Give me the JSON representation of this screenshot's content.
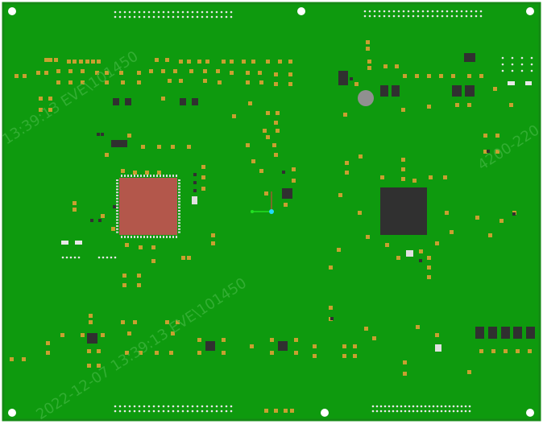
{
  "colors": {
    "viewer_background": "#ffffff",
    "board_edge": "#148a14",
    "board_fill": "#0e9a0e",
    "pad": "#c8a030",
    "ic_body": "#303030",
    "mcu_pad": "#b3574b",
    "hole": "#ffffff",
    "silkscreen": "#e8e8e8",
    "watermark": "#3fb43f",
    "net_highlight": "#22e022",
    "cursor_dot": "#22d8ff"
  },
  "watermarks": [
    {
      "text": "13:39:13 EVE\\101450"
    },
    {
      "text": "4200-220"
    },
    {
      "text": "2022-12-07  13:39:13  EVE\\101450"
    }
  ],
  "icons": {
    "mounting_hole": "mounting-hole-icon",
    "crystal": "crystal-can-icon",
    "cursor": "crosshair-icon"
  }
}
